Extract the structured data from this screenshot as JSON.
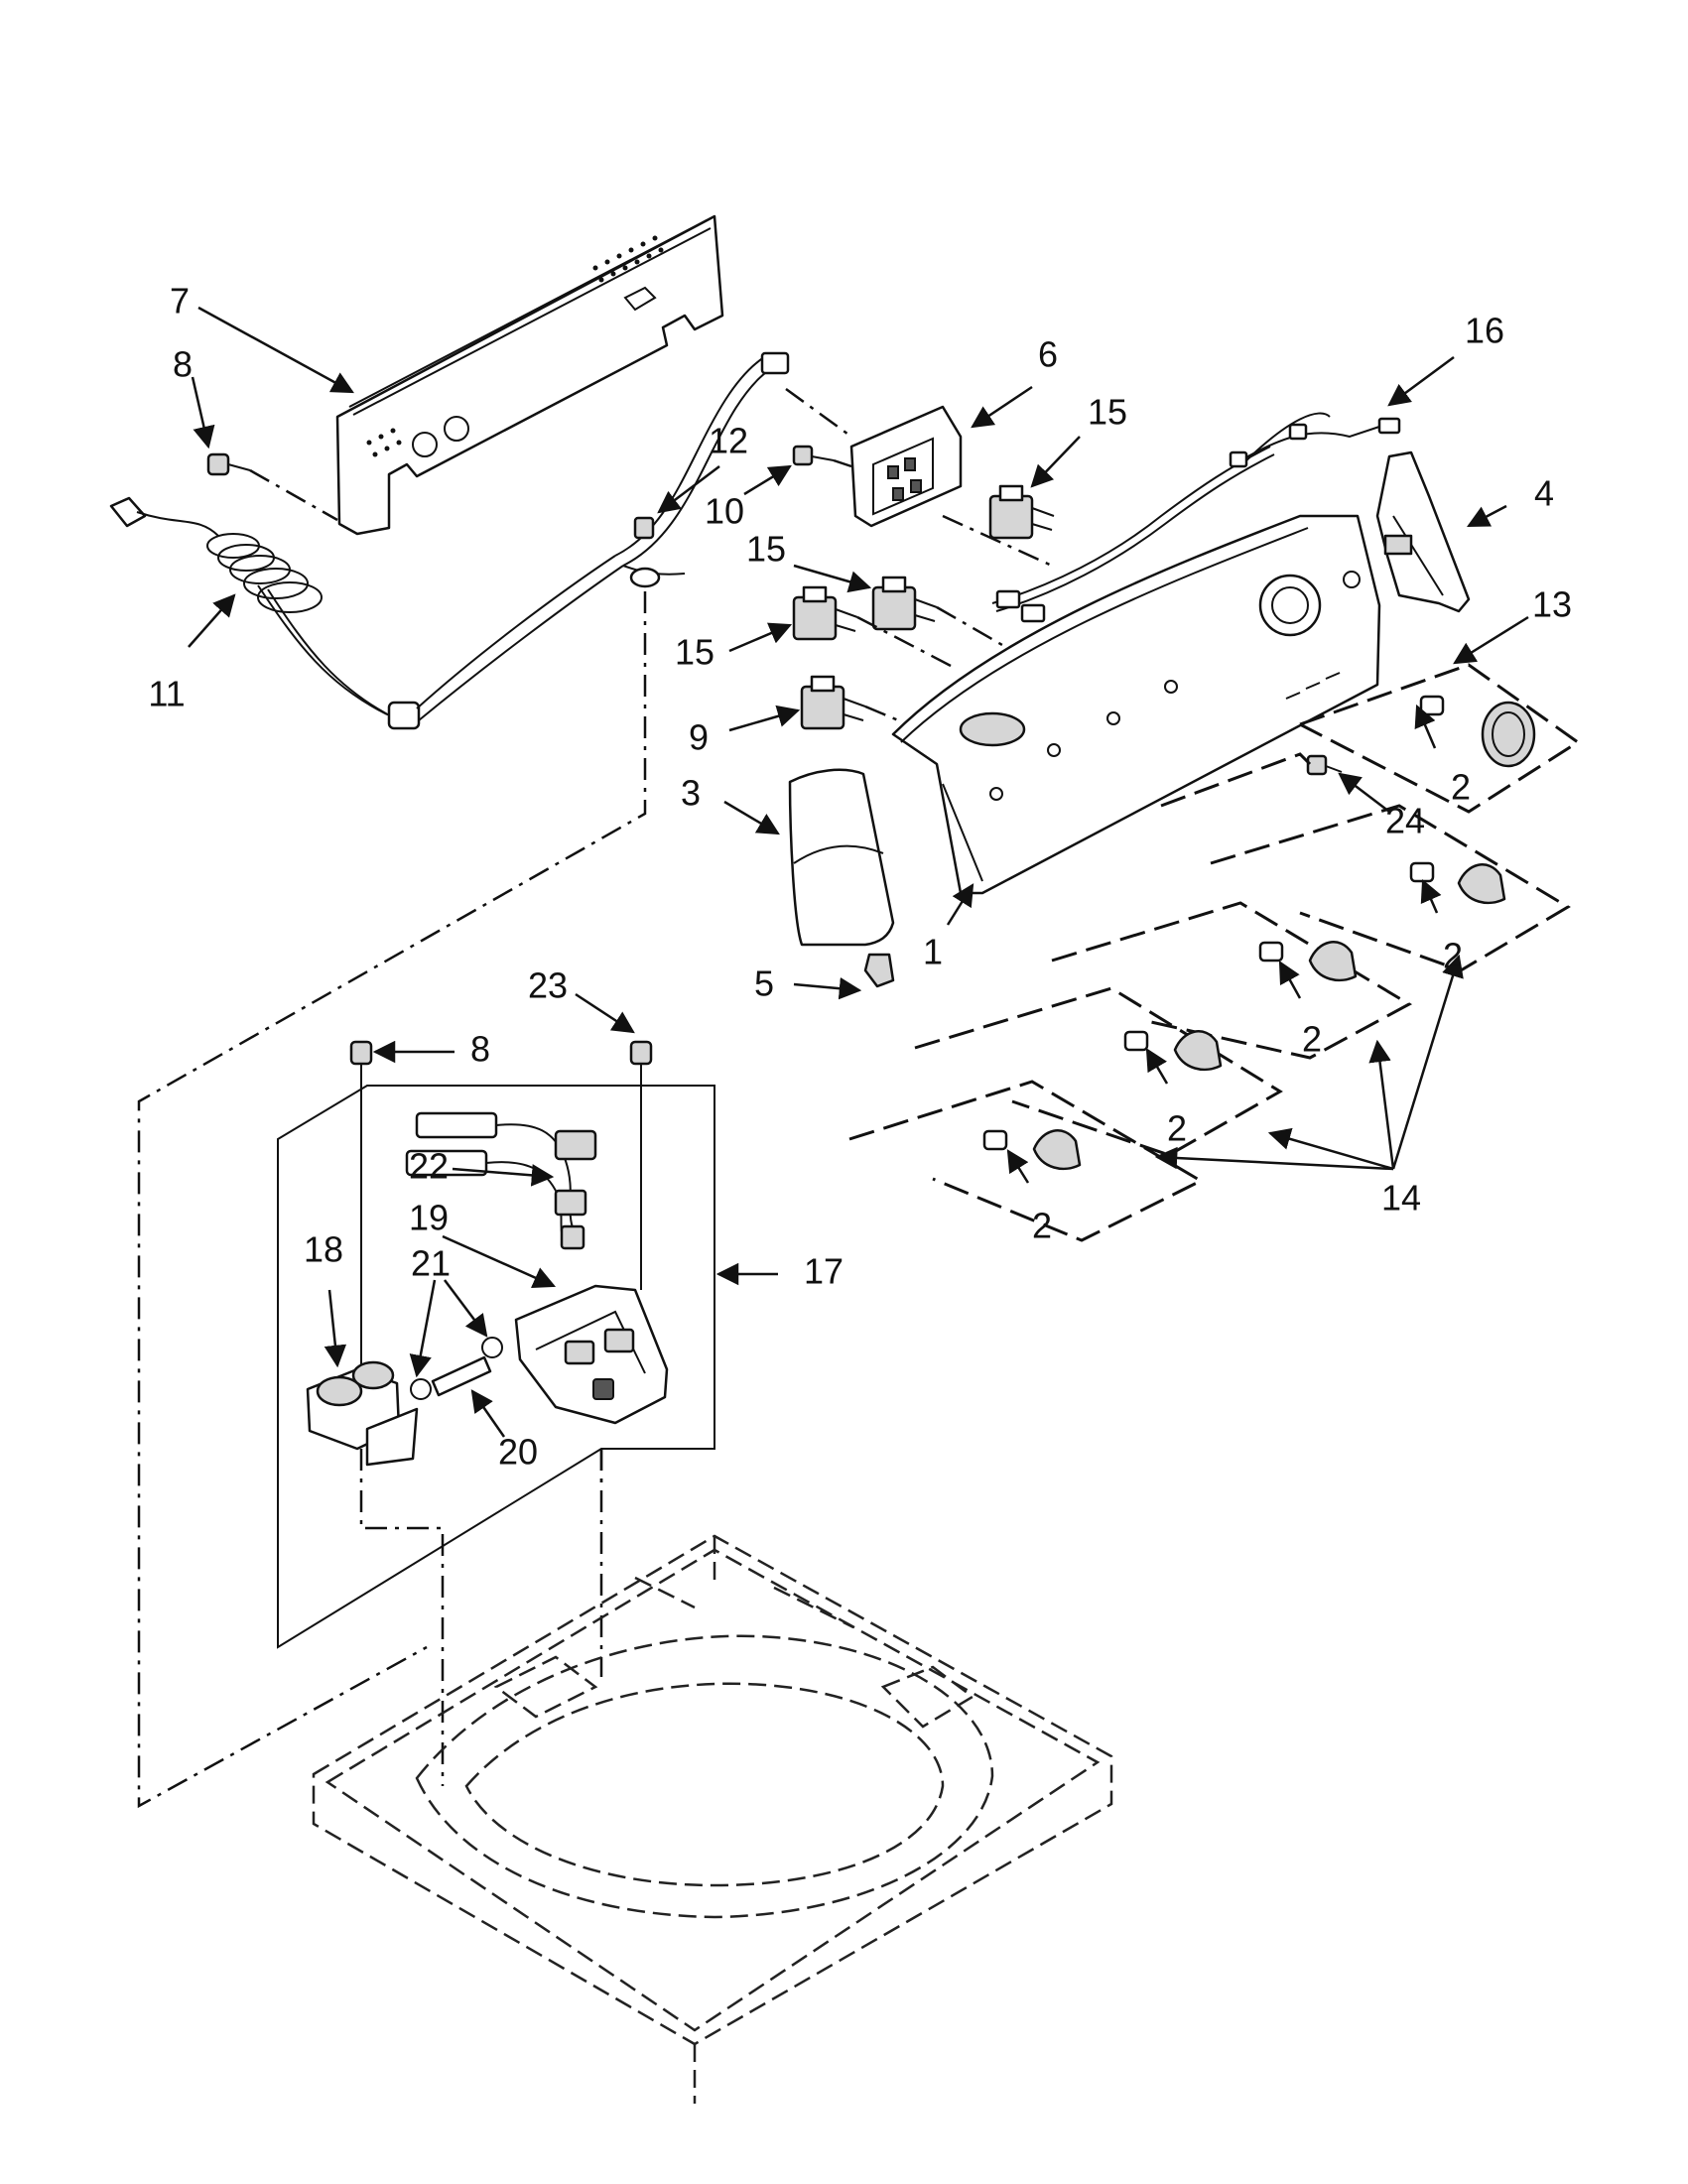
{
  "callouts": [
    "1",
    "2",
    "3",
    "4",
    "5",
    "6",
    "7",
    "8",
    "9",
    "10",
    "11",
    "12",
    "13",
    "14",
    "15",
    "16",
    "17",
    "18",
    "19",
    "20",
    "21",
    "22",
    "23",
    "24"
  ],
  "colors": {
    "line": "#111111",
    "fill_light": "#d6d6d6",
    "fill_dark": "#555555",
    "background": "#ffffff"
  }
}
